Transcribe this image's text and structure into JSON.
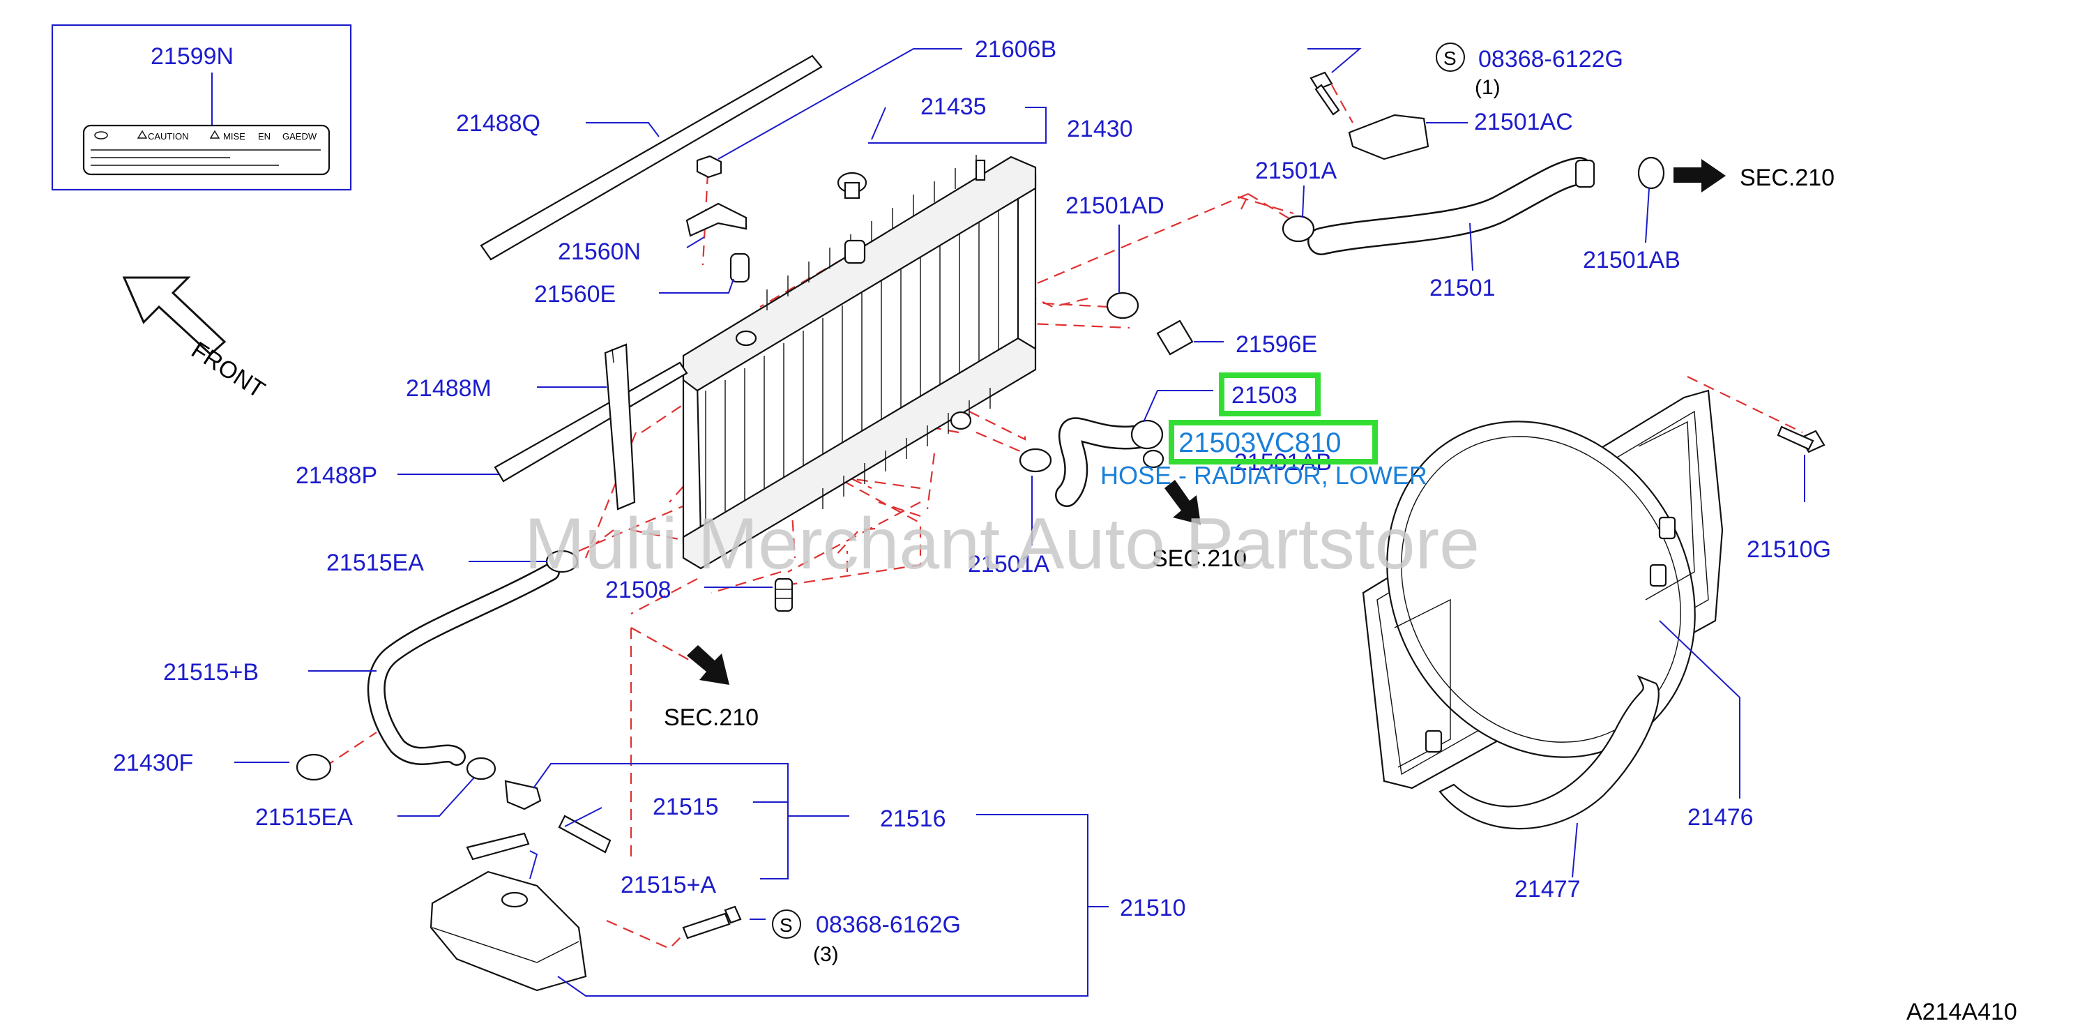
{
  "callouts": {
    "p21599N": "21599N",
    "p21606B": "21606B",
    "p21488Q": "21488Q",
    "p21435": "21435",
    "p21430": "21430",
    "p21560N": "21560N",
    "p21560E": "21560E",
    "p21488M": "21488M",
    "p21488P": "21488P",
    "p21515EA_top": "21515EA",
    "p21508": "21508",
    "p21515B": "21515+B",
    "p21430F": "21430F",
    "p21515EA_bot": "21515EA",
    "p21515": "21515",
    "p21516": "21516",
    "p21515A": "21515+A",
    "p21510": "21510",
    "bolt_tank": "08368-6162G",
    "bolt_tank_qty": "(3)",
    "bolt_top": "08368-6122G",
    "bolt_top_qty": "(1)",
    "p21501AC": "21501AC",
    "p21501A_top": "21501A",
    "p21501AD": "21501AD",
    "p21501": "21501",
    "p21501AB_top": "21501AB",
    "p21596E": "21596E",
    "p21503": "21503",
    "p21501AB_mid": "21501AB",
    "p21501A_bot": "21501A",
    "p21510G": "21510G",
    "p21476": "21476",
    "p21477": "21477"
  },
  "label_plate": {
    "caution": "CAUTION",
    "mise": "MISE",
    "en": "EN",
    "code": "GAEDW"
  },
  "sec_refs": {
    "top": "SEC.210",
    "mid": "SEC.210",
    "left": "SEC.210"
  },
  "screw_symbol": "S",
  "front_label": "FRONT",
  "highlight": {
    "part_number": "21503VC810",
    "description": "HOSE - RADIATOR, LOWER"
  },
  "watermark": "Multi Merchant Auto Partstore",
  "diagram_code": "A214A410",
  "colors": {
    "label_blue": "#1c1ccc",
    "dash_red": "#e03030",
    "highlight_green": "#33dd33",
    "highlight_text": "#1a7fd8",
    "watermark_gray": "#c8c8c8"
  }
}
